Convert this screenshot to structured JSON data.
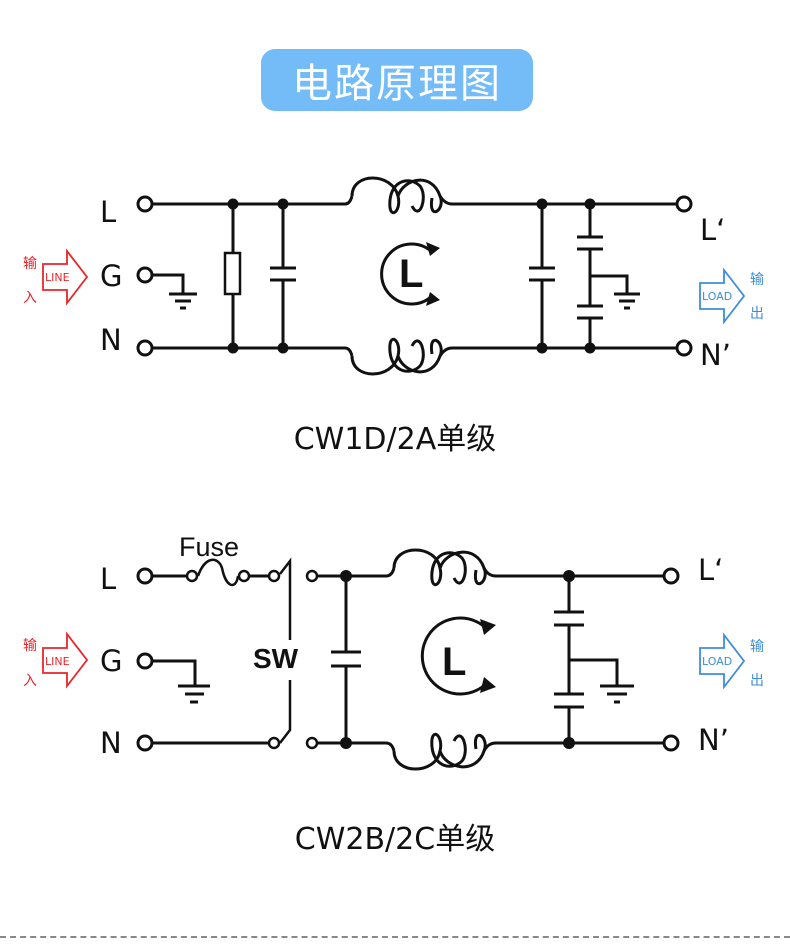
{
  "title": "电路原理图",
  "colors": {
    "title_bg": "#74bcf8",
    "input_red": "#e8262a",
    "output_blue": "#3d8ed8",
    "wire": "#111111",
    "divider": "#888888"
  },
  "diagrams": [
    {
      "caption": "CW1D/2A单级",
      "terminals_in": [
        "L",
        "G",
        "N"
      ],
      "terminals_out": [
        "L‘",
        "N’"
      ],
      "input_tag": {
        "arrow_text": "LINE",
        "label_top": "输",
        "label_bottom": "入"
      },
      "output_tag": {
        "arrow_text": "LOAD",
        "label_top": "输",
        "label_bottom": "出"
      },
      "inductor_label": "L",
      "components": [
        "resistor",
        "capacitor-x",
        "common-mode-choke",
        "capacitor-x",
        "capacitor-y-pair",
        "ground"
      ]
    },
    {
      "caption": "CW2B/2C单级",
      "terminals_in": [
        "L",
        "G",
        "N"
      ],
      "terminals_out": [
        "L‘",
        "N’"
      ],
      "input_tag": {
        "arrow_text": "LINE",
        "label_top": "输",
        "label_bottom": "入"
      },
      "output_tag": {
        "arrow_text": "LOAD",
        "label_top": "输",
        "label_bottom": "出"
      },
      "inductor_label": "L",
      "fuse_label": "Fuse",
      "switch_label": "SW",
      "components": [
        "fuse",
        "switch",
        "capacitor-x",
        "common-mode-choke",
        "capacitor-y-pair",
        "ground"
      ]
    }
  ]
}
